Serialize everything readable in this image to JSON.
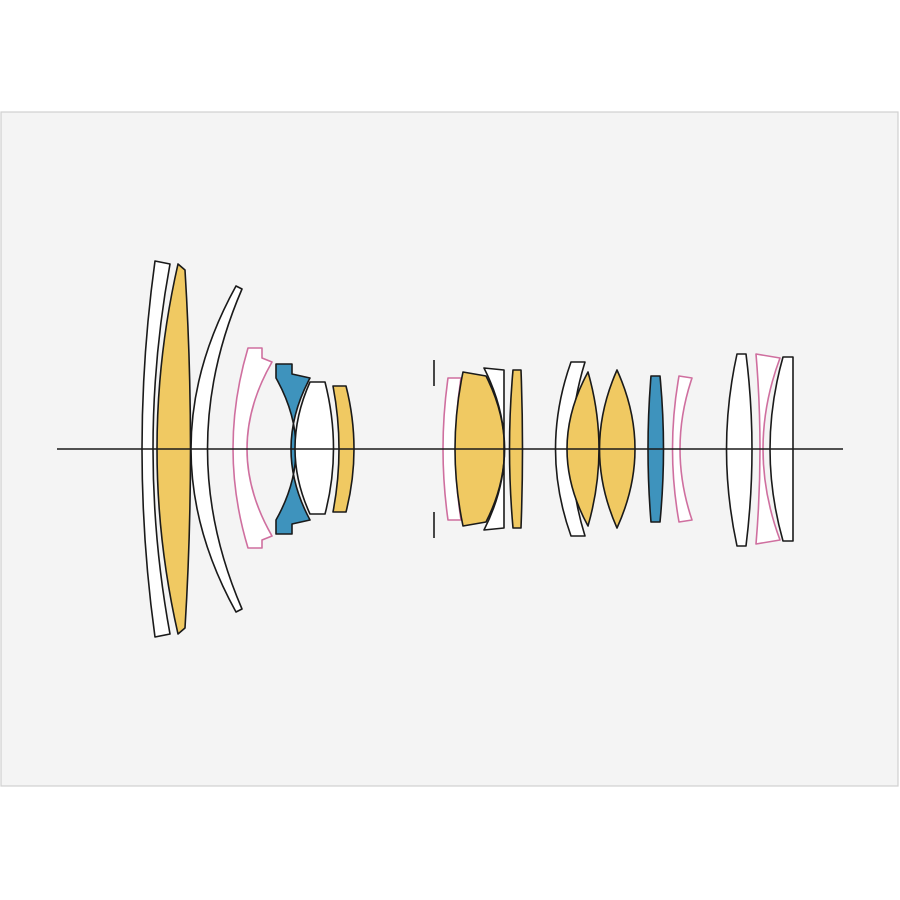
{
  "diagram": {
    "type": "lens-construction",
    "background_color": "#ffffff",
    "panel_color": "#f4f4f4",
    "panel_border_color": "#d0d0d0",
    "axis_color": "#1a1a1a",
    "outline_color": "#1a1a1a",
    "colors": {
      "standard": "#ffffff",
      "yellow": "#f0c962",
      "blue": "#3e93bd",
      "pink": "#cf6f9f"
    },
    "aperture_stop": {
      "present": true
    },
    "elements": [
      {
        "id": "e1",
        "color": "standard"
      },
      {
        "id": "e2",
        "color": "yellow"
      },
      {
        "id": "e3",
        "color": "standard"
      },
      {
        "id": "e4",
        "color": "pink"
      },
      {
        "id": "e5",
        "color": "blue"
      },
      {
        "id": "e6",
        "color": "standard"
      },
      {
        "id": "e7",
        "color": "yellow"
      },
      {
        "id": "e8",
        "color": "pink"
      },
      {
        "id": "e9",
        "color": "yellow"
      },
      {
        "id": "e10",
        "color": "standard"
      },
      {
        "id": "e11",
        "color": "yellow"
      },
      {
        "id": "e12",
        "color": "standard"
      },
      {
        "id": "e13",
        "color": "yellow"
      },
      {
        "id": "e14",
        "color": "yellow"
      },
      {
        "id": "e15",
        "color": "blue"
      },
      {
        "id": "e16",
        "color": "pink"
      },
      {
        "id": "e17",
        "color": "standard"
      },
      {
        "id": "e18",
        "color": "pink"
      },
      {
        "id": "e19",
        "color": "standard"
      }
    ]
  }
}
